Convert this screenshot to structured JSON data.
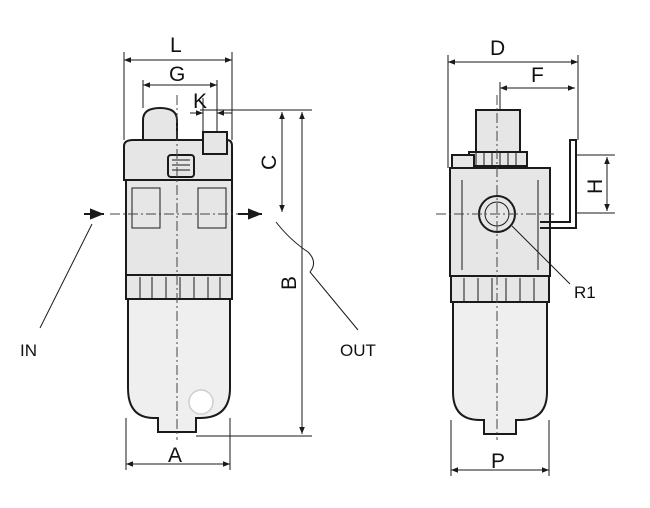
{
  "labels": {
    "L": "L",
    "G": "G",
    "K": "K",
    "C": "C",
    "B": "B",
    "A": "A",
    "D": "D",
    "F": "F",
    "H": "H",
    "P": "P",
    "R1": "R1",
    "IN": "IN",
    "OUT": "OUT"
  }
}
